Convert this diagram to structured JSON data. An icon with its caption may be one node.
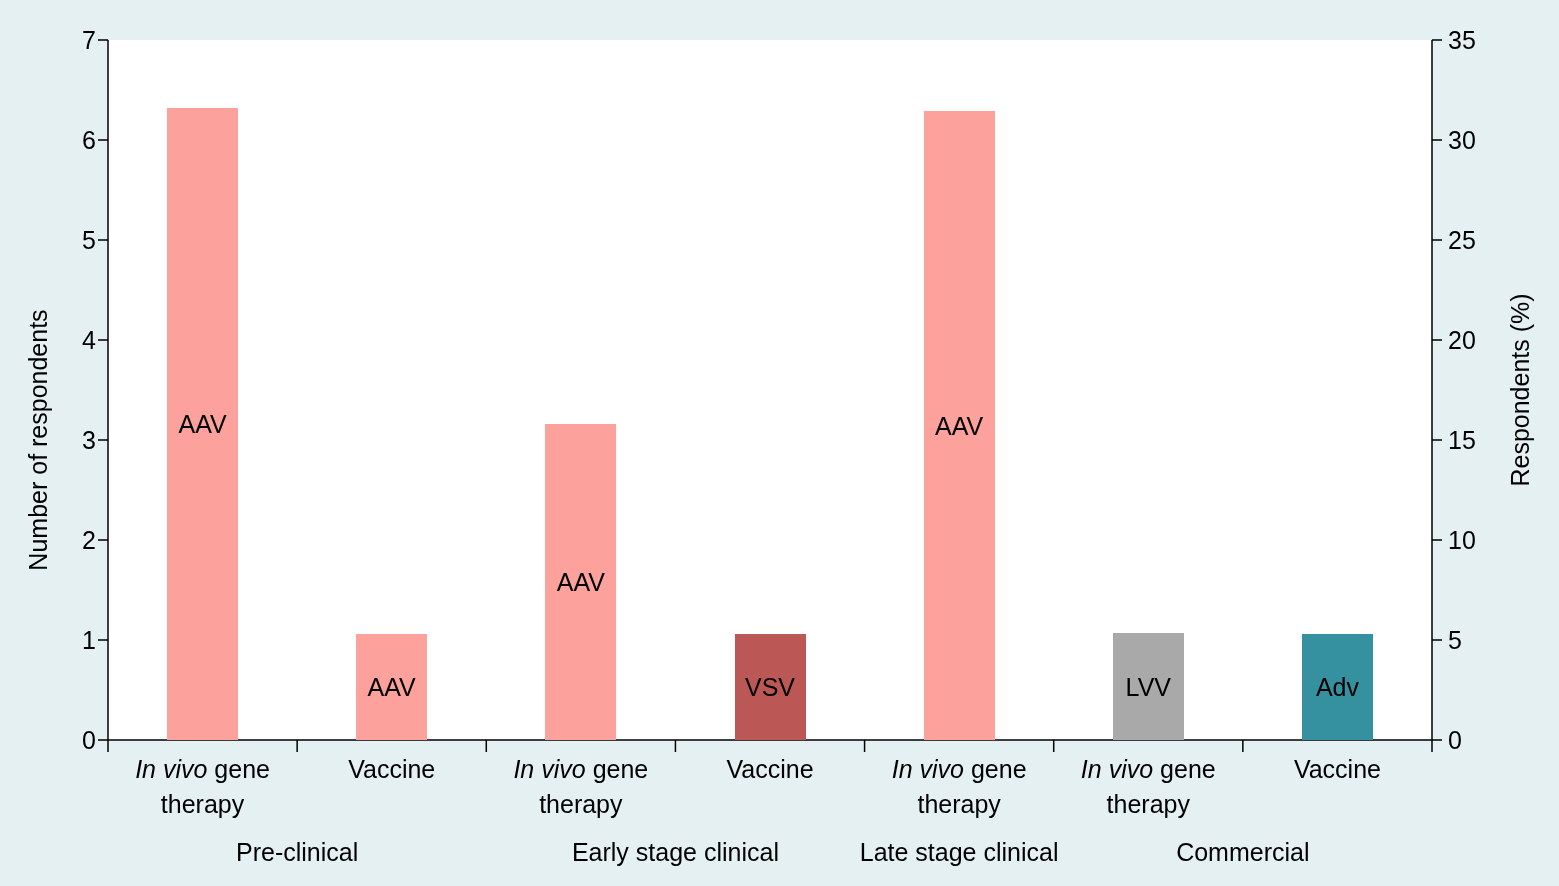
{
  "diagram": {
    "labels": [
      "Pre-clinical",
      "Early stage clinical",
      "Late stage clinical",
      "Commercial",
      "Respondents (%)",
      "0",
      "5",
      "10",
      "15",
      "20",
      "25",
      "30",
      "35"
    ],
    "chart_data": {
      "type": "bar",
      "ylabel": "Number of respondents",
      "categories": [
        "*In vivo* gene therapy",
        "Vaccine",
        "*In vivo* gene therapy",
        "Vaccine",
        "*In vivo* gene therapy",
        "*In vivo* gene therapy",
        "Vaccine"
      ],
      "series": [
        {
          "name": "AAV",
          "color": "#fca19b",
          "values": [
            6.32,
            1.06,
            3.16,
            null,
            6.29,
            null,
            null
          ]
        },
        {
          "name": "VSV",
          "color": "#bb5855",
          "values": [
            null,
            null,
            null,
            1.06,
            null,
            null,
            null
          ]
        },
        {
          "name": "LVV",
          "color": "#a9a9a9",
          "values": [
            null,
            null,
            null,
            null,
            null,
            1.07,
            null
          ]
        },
        {
          "name": "Adv",
          "color": "#3590a0",
          "values": [
            null,
            null,
            null,
            null,
            null,
            null,
            1.06
          ]
        }
      ],
      "ylim": [
        0,
        7
      ],
      "yticks": [
        0,
        1,
        2,
        3,
        4,
        5,
        6,
        7
      ]
    }
  }
}
